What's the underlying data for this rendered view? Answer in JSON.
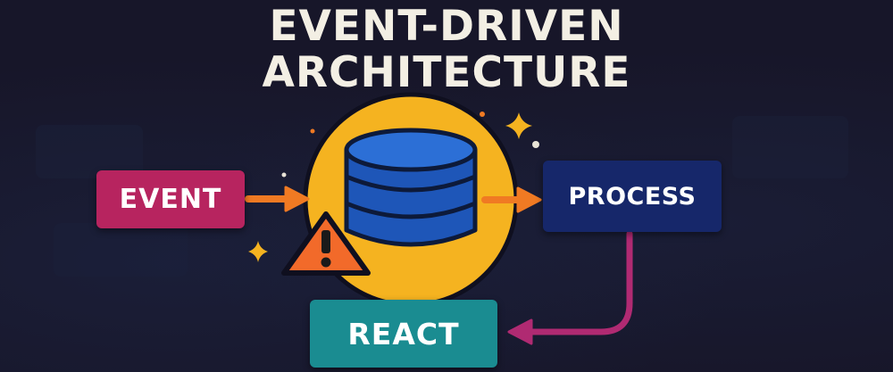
{
  "title": {
    "line1": "EVENT-DRIVEN",
    "line2": "ARCHITECTURE"
  },
  "nodes": {
    "event": "EVENT",
    "process": "PROCESS",
    "react": "REACT"
  },
  "icons": {
    "center": "database-icon",
    "warning": "warning-icon",
    "sparkles": "sparkle-icon"
  },
  "colors": {
    "background": "#171629",
    "event": "#b7245f",
    "process": "#16276a",
    "react": "#1a8c91",
    "hub": "#f5b320",
    "database": "#1e56b8",
    "warning": "#f26a2a",
    "arrow_orange": "#f07a23",
    "arrow_magenta": "#b02a72",
    "title": "#f3efe4"
  }
}
